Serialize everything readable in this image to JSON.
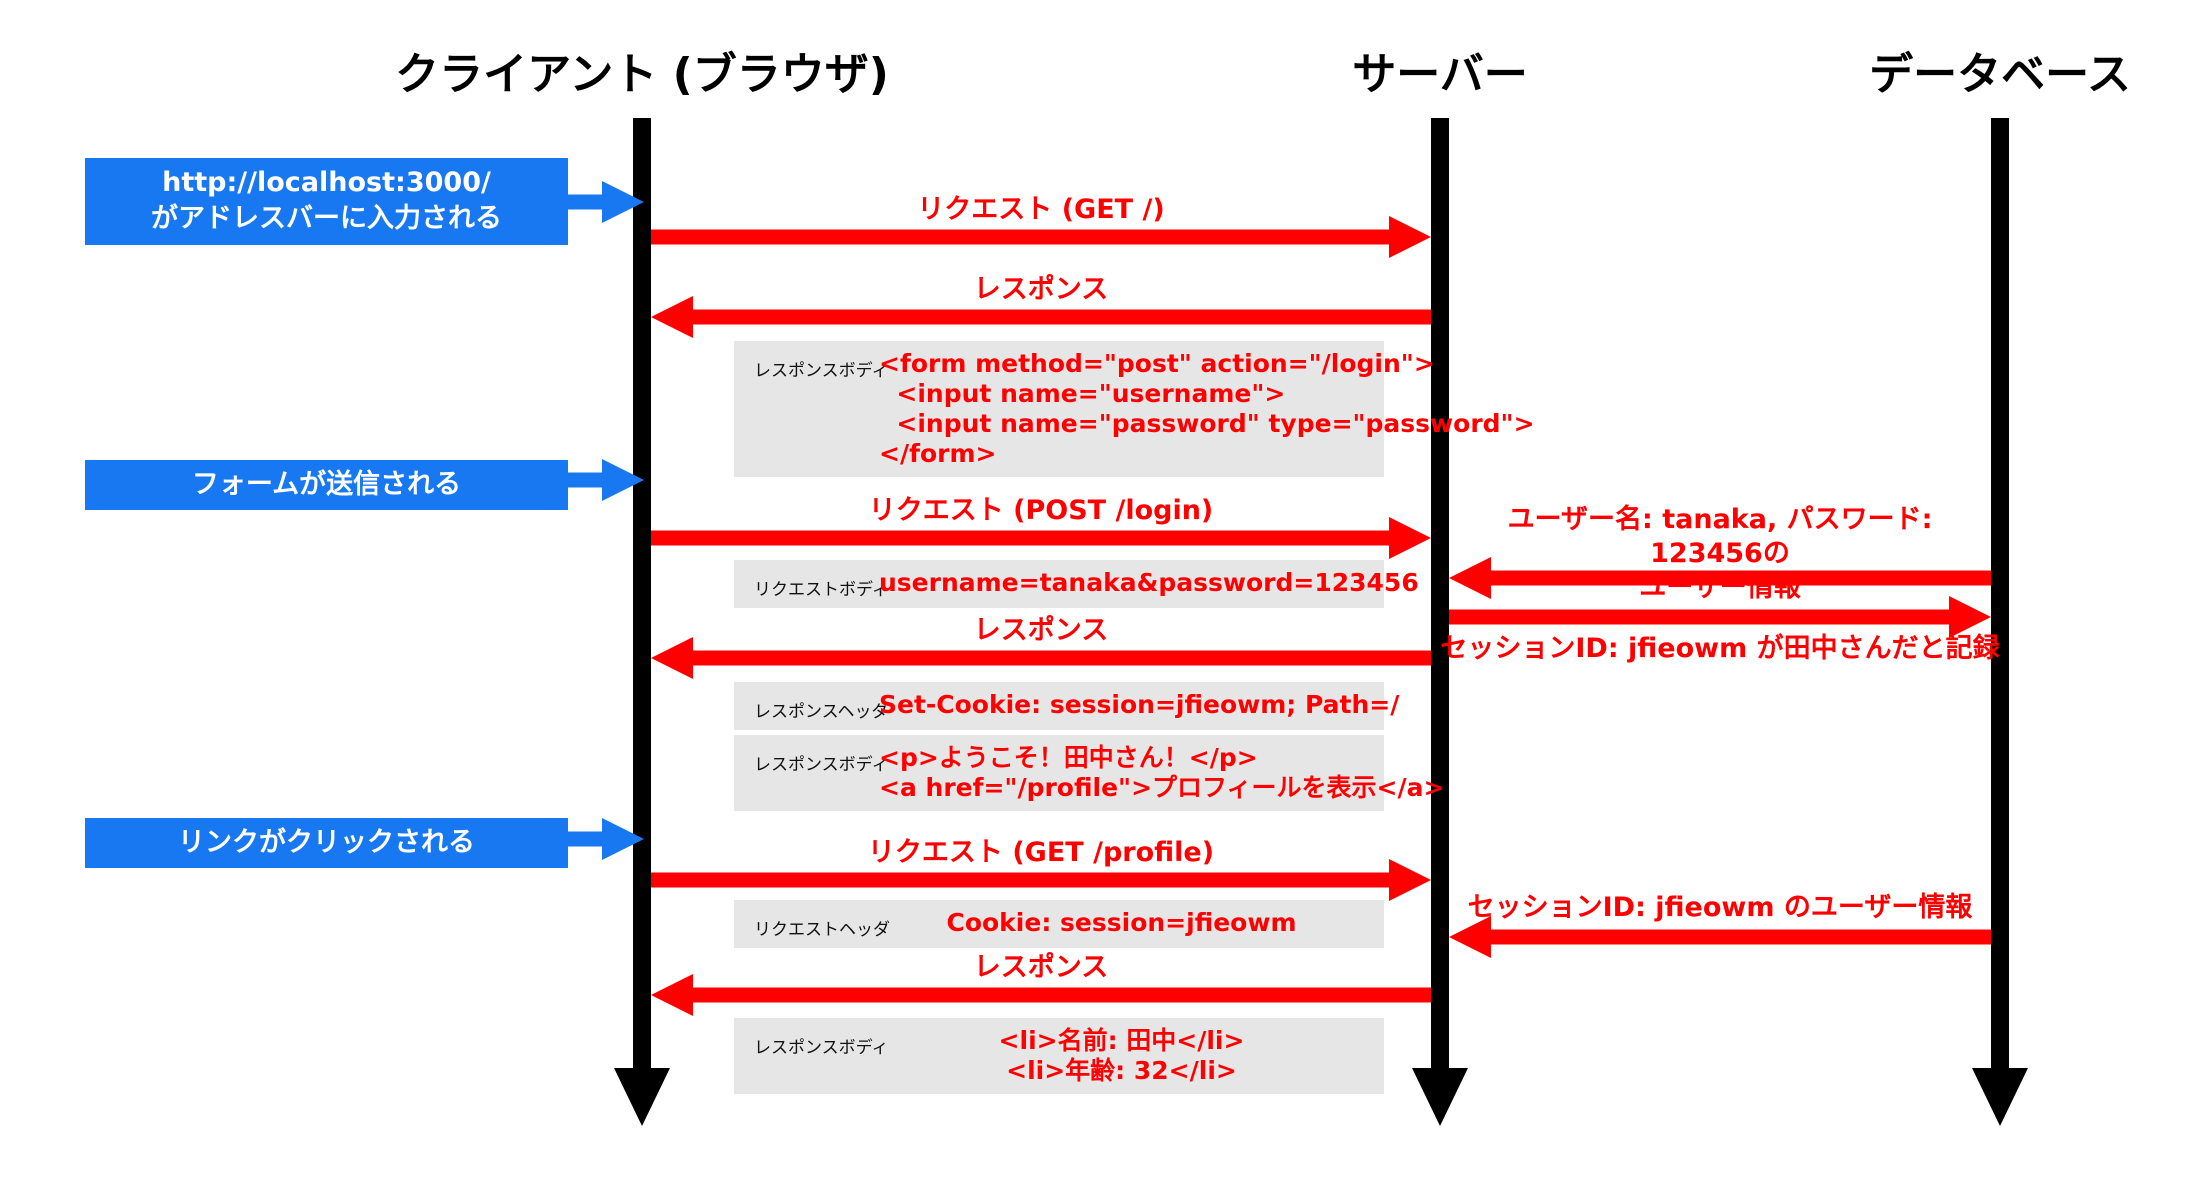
{
  "colors": {
    "red": "#ff0000",
    "blue": "#1778f2",
    "gray_box": "#e6e6e6",
    "black": "#000000"
  },
  "actors": {
    "client": {
      "label": "クライアント (ブラウザ)"
    },
    "server": {
      "label": "サーバー"
    },
    "database": {
      "label": "データベース"
    }
  },
  "events": {
    "address_bar": {
      "label": "http://localhost:3000/\nがアドレスバーに入力される"
    },
    "form_submit": {
      "label": "フォームが送信される"
    },
    "link_click": {
      "label": "リンクがクリックされる"
    }
  },
  "messages": {
    "req_get_root": {
      "label": "リクエスト (GET /)",
      "from": "client",
      "to": "server"
    },
    "res_root": {
      "label": "レスポンス",
      "from": "server",
      "to": "client"
    },
    "req_post_login": {
      "label": "リクエスト (POST /login)",
      "from": "client",
      "to": "server"
    },
    "res_login": {
      "label": "レスポンス",
      "from": "server",
      "to": "client"
    },
    "req_get_profile": {
      "label": "リクエスト (GET /profile)",
      "from": "client",
      "to": "server"
    },
    "res_profile": {
      "label": "レスポンス",
      "from": "server",
      "to": "client"
    },
    "db_user_info": {
      "label": "ユーザー名: tanaka, パスワード: 123456の\nユーザー情報",
      "from": "database",
      "to": "server"
    },
    "db_session_record": {
      "label": "セッションID: jfieowm が田中さんだと記録",
      "from": "server",
      "to": "database"
    },
    "db_session_lookup": {
      "label": "セッションID: jfieowm のユーザー情報",
      "from": "database",
      "to": "server"
    }
  },
  "payloads": {
    "login_form": {
      "label": "レスポンスボディ",
      "code": "<form method=\"post\" action=\"/login\">\n  <input name=\"username\">\n  <input name=\"password\" type=\"password\">\n</form>"
    },
    "login_request_body": {
      "label": "リクエストボディ",
      "code": "username=tanaka&password=123456"
    },
    "set_cookie_header": {
      "label": "レスポンスヘッダ",
      "code": "Set-Cookie: session=jfieowm; Path=/"
    },
    "welcome_body": {
      "label": "レスポンスボディ",
      "code": "<p>ようこそ！田中さん！</p>\n<a href=\"/profile\">プロフィールを表示</a>"
    },
    "cookie_header": {
      "label": "リクエストヘッダ",
      "code": "Cookie: session=jfieowm"
    },
    "profile_body": {
      "label": "レスポンスボディ",
      "code": "<li>名前: 田中</li>\n<li>年齢: 32</li>"
    }
  }
}
